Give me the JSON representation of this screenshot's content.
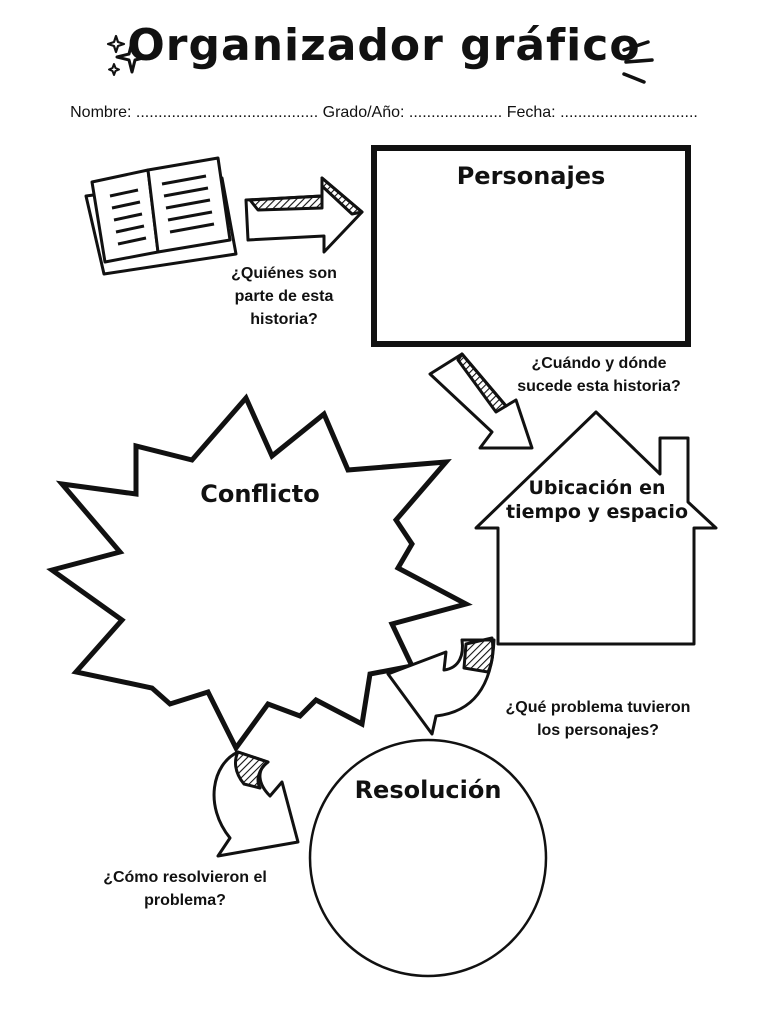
{
  "title": "Organizador gráfico",
  "header": {
    "nombre_label": "Nombre: .........................................",
    "grado_label": "Grado/Año: .....................",
    "fecha_label": "Fecha: ..............................."
  },
  "sections": {
    "personajes": {
      "label": "Personajes",
      "question": [
        "¿Quiénes son",
        "parte de esta",
        "historia?"
      ]
    },
    "ubicacion": {
      "label": [
        "Ubicación en",
        "tiempo y espacio"
      ],
      "question": [
        "¿Cuándo y dónde",
        "sucede esta historia?"
      ]
    },
    "conflicto": {
      "label": "Conflicto",
      "question": [
        "¿Qué problema tuvieron",
        "los personajes?"
      ]
    },
    "resolucion": {
      "label": "Resolución",
      "question": [
        "¿Cómo resolvieron el",
        "problema?"
      ]
    }
  },
  "icons": [
    "sparkle-icon",
    "burst-lines-icon",
    "open-book-icon",
    "arrow-icon"
  ]
}
